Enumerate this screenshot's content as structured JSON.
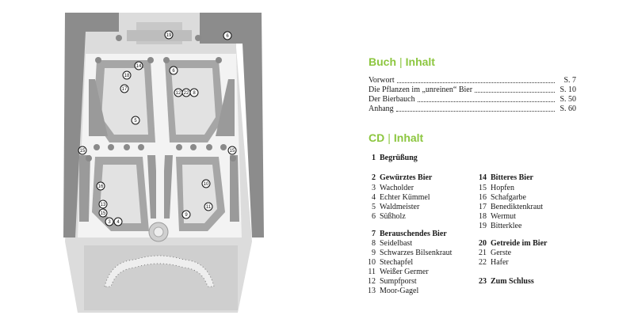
{
  "book": {
    "heading_left": "Buch",
    "heading_sep": "|",
    "heading_right": "Inhalt",
    "entries": [
      {
        "title": "Vorwort",
        "page": "S. 7"
      },
      {
        "title": "Die Pflanzen im „unreinen“ Bier",
        "page": "S. 10"
      },
      {
        "title": "Der Bierbauch",
        "page": "S. 50"
      },
      {
        "title": "Anhang",
        "page": "S. 60"
      }
    ]
  },
  "cd": {
    "heading_left": "CD",
    "heading_sep": "|",
    "heading_right": "Inhalt",
    "tracks": [
      {
        "n": "1",
        "label": "Begrüßung",
        "bold": true
      },
      {
        "n": "2",
        "label": "Gewürztes Bier",
        "bold": true
      },
      {
        "n": "3",
        "label": "Wacholder",
        "bold": false
      },
      {
        "n": "4",
        "label": "Echter Kümmel",
        "bold": false
      },
      {
        "n": "5",
        "label": "Waldmeister",
        "bold": false
      },
      {
        "n": "6",
        "label": "Süßholz",
        "bold": false
      },
      {
        "n": "7",
        "label": "Berauschendes Bier",
        "bold": true
      },
      {
        "n": "8",
        "label": "Seidelbast",
        "bold": false
      },
      {
        "n": "9",
        "label": "Schwarzes Bilsenkraut",
        "bold": false
      },
      {
        "n": "10",
        "label": "Stechapfel",
        "bold": false
      },
      {
        "n": "11",
        "label": "Weißer Germer",
        "bold": false
      },
      {
        "n": "12",
        "label": "Sumpfporst",
        "bold": false
      },
      {
        "n": "13",
        "label": "Moor-Gagel",
        "bold": false
      },
      {
        "n": "14",
        "label": "Bitteres Bier",
        "bold": true
      },
      {
        "n": "15",
        "label": "Hopfen",
        "bold": false
      },
      {
        "n": "16",
        "label": "Schafgarbe",
        "bold": false
      },
      {
        "n": "17",
        "label": "Benediktenkraut",
        "bold": false
      },
      {
        "n": "18",
        "label": "Wermut",
        "bold": false
      },
      {
        "n": "19",
        "label": "Bitterklee",
        "bold": false
      },
      {
        "n": "20",
        "label": "Getreide im Bier",
        "bold": true
      },
      {
        "n": "21",
        "label": "Gerste",
        "bold": false
      },
      {
        "n": "22",
        "label": "Hafer",
        "bold": false
      },
      {
        "n": "23",
        "label": "Zum Schluss",
        "bold": true
      }
    ]
  },
  "map": {
    "station_numbers": [
      "19",
      "6",
      "14",
      "18",
      "17",
      "5",
      "6",
      "12",
      "22",
      "8",
      "15",
      "15",
      "16",
      "13",
      "15",
      "3",
      "4",
      "10",
      "11",
      "9"
    ],
    "colors": {
      "wall": "#8c8c8c",
      "bed": "#a6a6a6",
      "path": "#ececec",
      "ground": "#dcdcdc",
      "accent": "#8cc63f"
    }
  }
}
